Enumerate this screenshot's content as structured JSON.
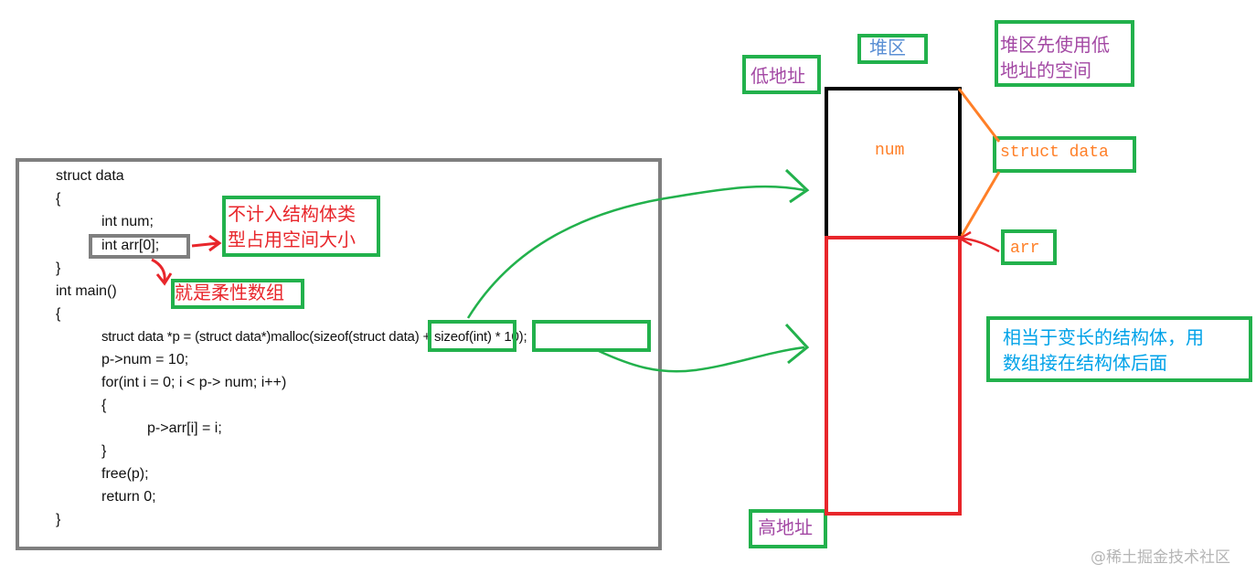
{
  "code": {
    "lines": [
      "struct data",
      "{",
      "int num;",
      "int arr[0];",
      "}",
      "int main()",
      "{",
      "struct data *p = (struct data*)malloc(sizeof(struct data) + sizeof(int) * 10);",
      "p->num = 10;",
      "for(int i = 0; i < p-> num; i++)",
      "{",
      "p->arr[i] = i;",
      "}",
      "free(p);",
      "return 0;",
      "}"
    ]
  },
  "annotations": {
    "not_counted": "不计入结构体类\n型占用空间大小",
    "flexible_array": "就是柔性数组",
    "heap_area": "堆区",
    "low_address": "低地址",
    "high_address": "高地址",
    "heap_low_first": "堆区先使用低\n地址的空间",
    "num": "num",
    "struct_data": "struct data",
    "arr": "arr",
    "variable_length": "相当于变长的结构体，用\n数组接在结构体后面"
  },
  "watermark": "@稀土掘金技术社区",
  "colors": {
    "green_box": "#22b14c",
    "code_frame": "#7f7f7f",
    "red_text": "#e8262b",
    "purple_text": "#a349a4",
    "blue_text": "#5a8fd4",
    "orange_text": "#ff7f27",
    "cyan_text": "#00a2e8"
  }
}
